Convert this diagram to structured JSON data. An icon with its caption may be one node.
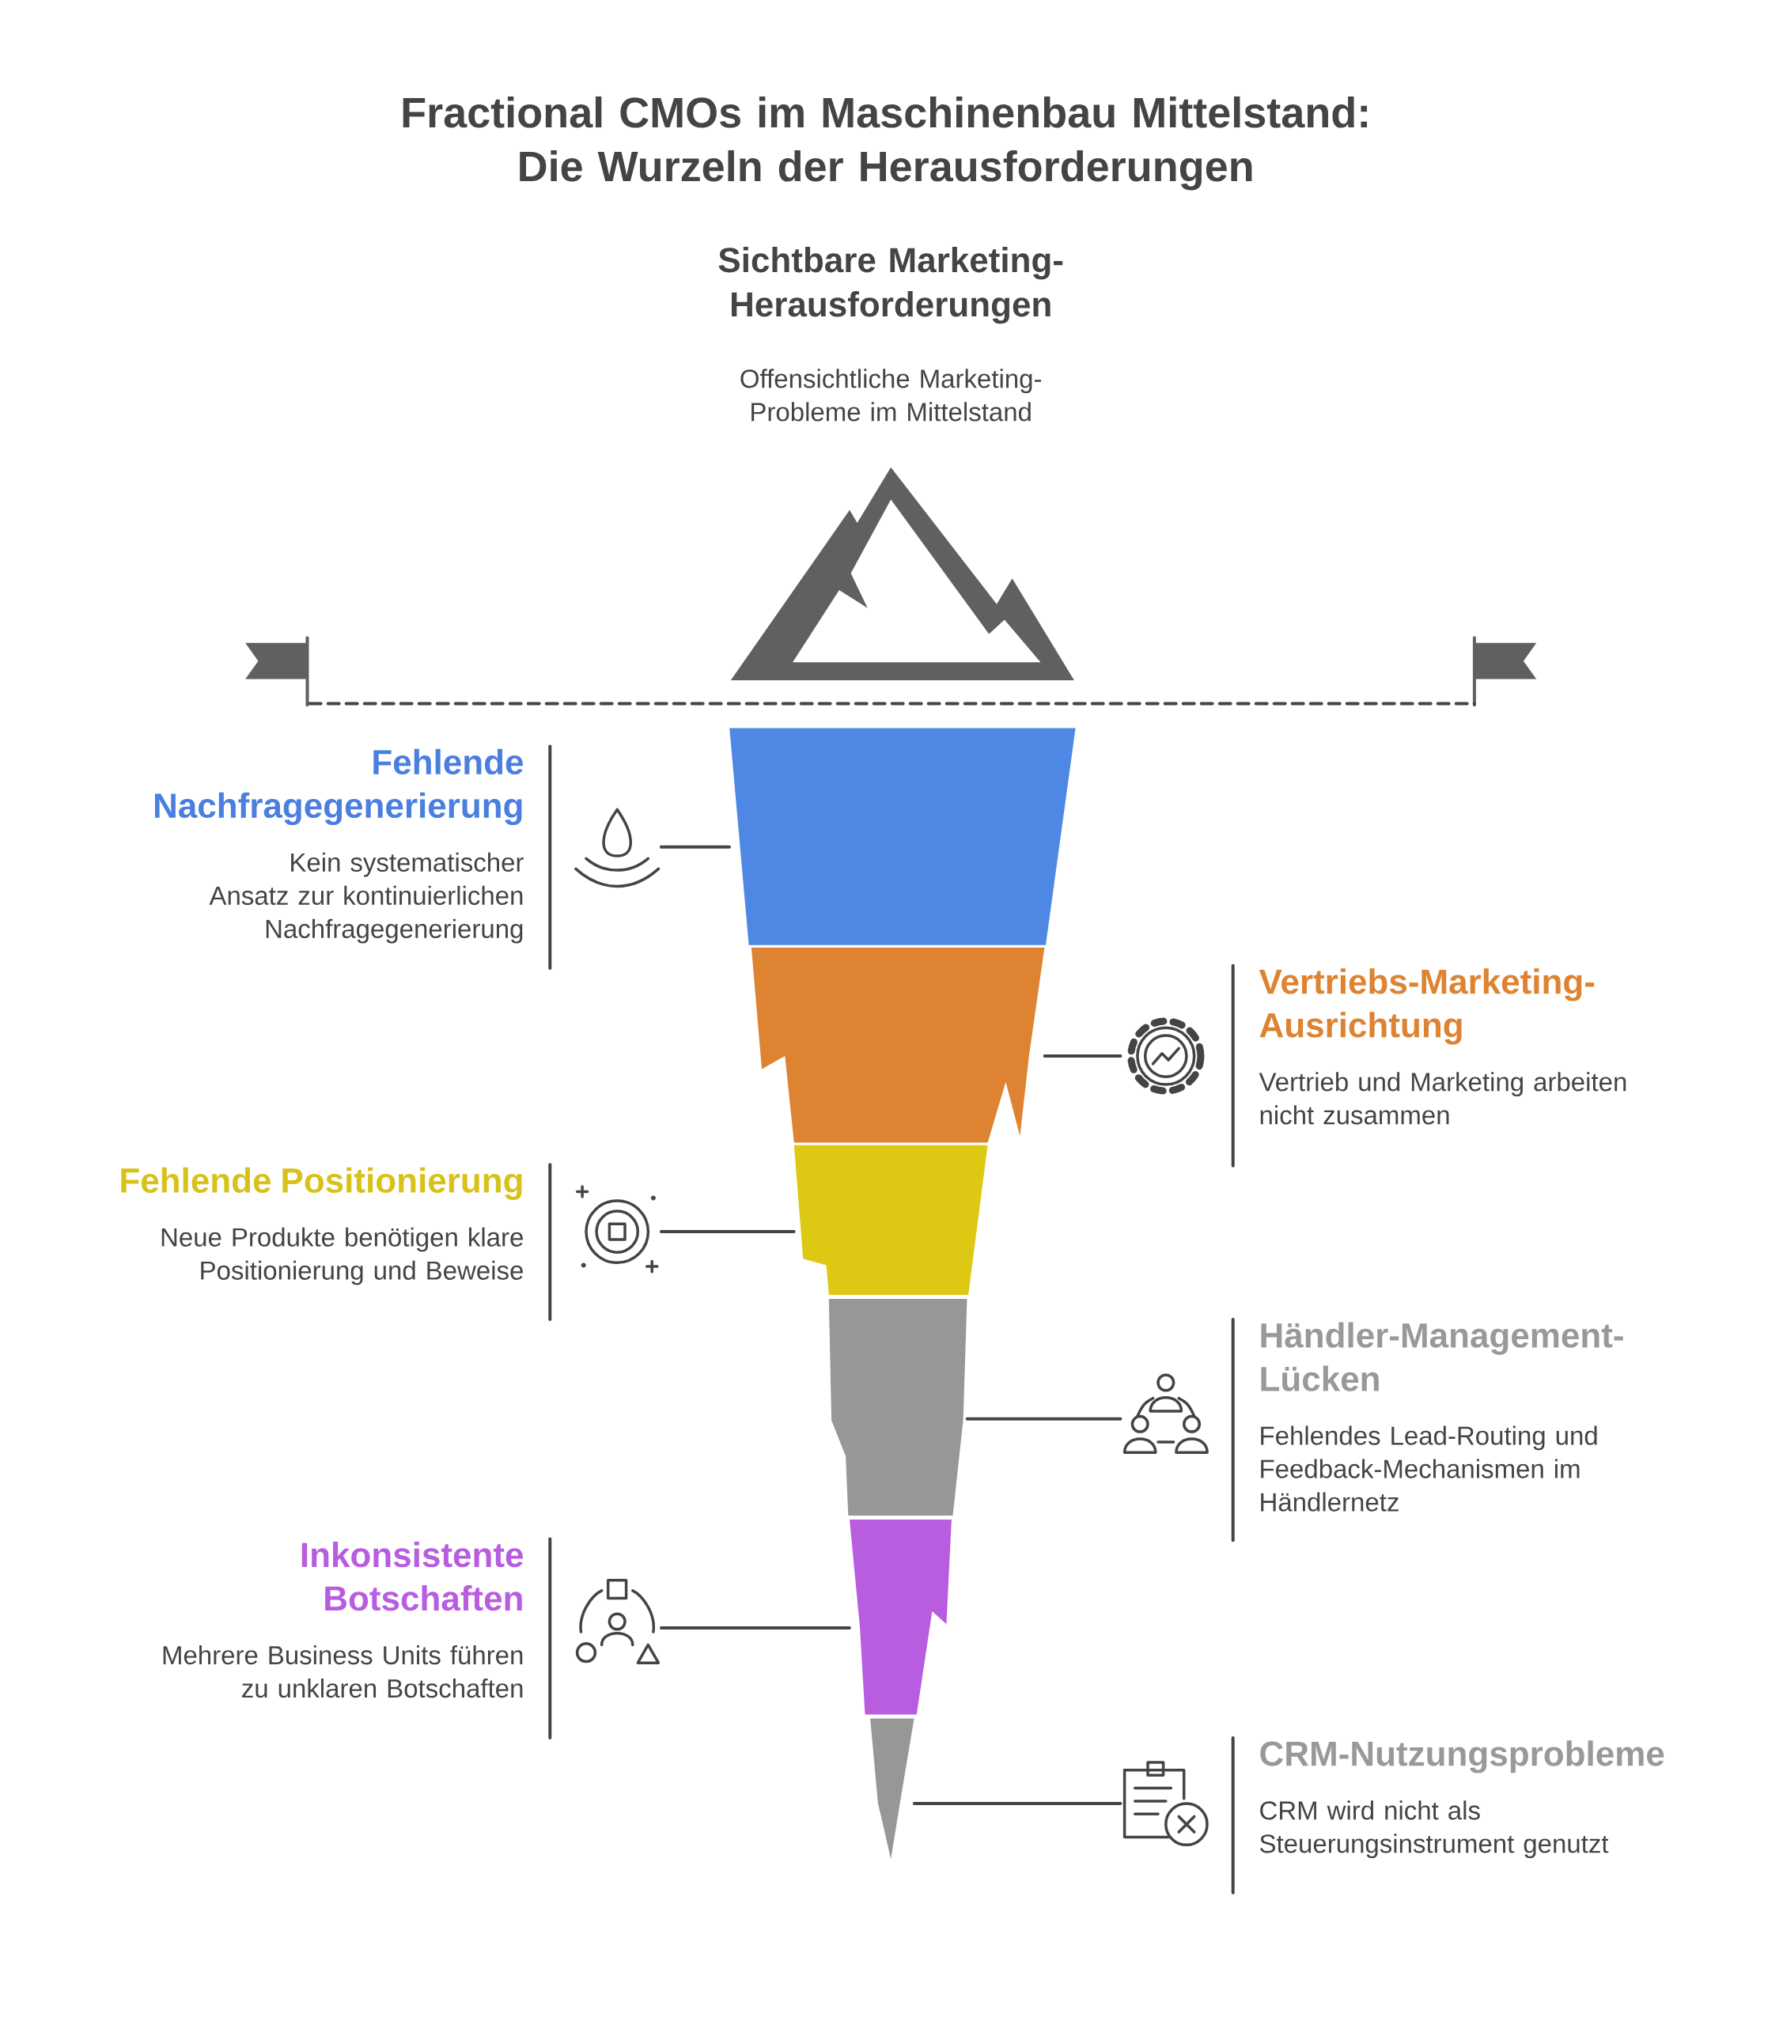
{
  "diagram": {
    "title": "Fractional CMOs im Maschinenbau Mittelstand: Die Wurzeln der Herausforderungen",
    "nodes": [
      {
        "text": [
          "Fehlende Nachfragegenerierung",
          "Kein systematischer Ansatz zur kontinuierlichen Nachfragegenerierung"
        ]
      },
      {
        "text": [
          "Vertriebs-Marketing-Ausrichtung",
          "Vertrieb und Marketing arbeiten nicht zusammen"
        ]
      },
      {
        "text": [
          "Fehlende Positionierung",
          "Neue Produkte benötigen klare Positionierung und Beweise"
        ]
      },
      {
        "text": [
          "Händler-Management-Lücken",
          "Fehlendes Lead-Routing und Feedback-Mechanismen im Händlernetz"
        ]
      },
      {
        "text": [
          "Inkonsistente Botschaften",
          "Mehrere Business Units führen zu unklaren Botschaften"
        ]
      },
      {
        "text": [
          "CRM-Nutzungsprobleme",
          "CRM wird nicht als Steuerungsinstrument genutzt"
        ]
      },
      {
        "text": [],
        "shape": "bar"
      },
      {
        "text": [],
        "shape": "bar"
      },
      {
        "text": [],
        "shape": "bar"
      },
      {
        "text": [],
        "shape": "bar"
      },
      {
        "text": [],
        "shape": "bar"
      },
      {
        "text": [],
        "shape": "bar"
      }
    ],
    "edges": [
      {
        "from": 0,
        "to": 6,
        "arrow": "none"
      },
      {
        "from": 1,
        "to": 7,
        "arrow": "none"
      },
      {
        "from": 2,
        "to": 8,
        "arrow": "none"
      },
      {
        "from": 3,
        "to": 9,
        "arrow": "none"
      },
      {
        "from": 4,
        "to": 10,
        "arrow": "none"
      },
      {
        "from": 5,
        "to": 11,
        "arrow": "none"
      }
    ],
    "labels": [
      "Sichtbare Marketing-Herausforderungen",
      "Offensichtliche Marketing-Probleme im Mittelstand"
    ]
  }
}
